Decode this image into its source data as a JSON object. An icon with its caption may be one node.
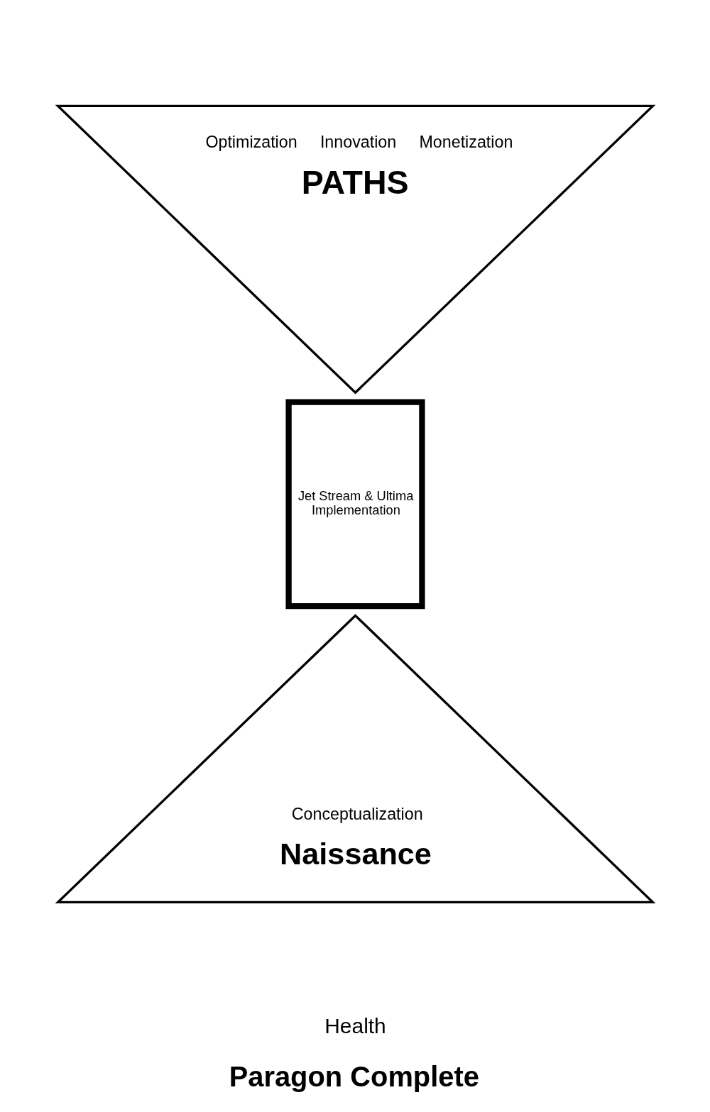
{
  "diagram": {
    "nodes": [
      {
        "text": [
          "Optimization",
          "Innovation",
          "Monetization",
          "PATHS"
        ]
      },
      {
        "text": [
          "Jet Stream & Ultima",
          "Implementation"
        ]
      },
      {
        "text": [
          "Conceptualization",
          "Naissance"
        ]
      }
    ],
    "labels": [
      "Health",
      "Paragon Complete"
    ]
  }
}
